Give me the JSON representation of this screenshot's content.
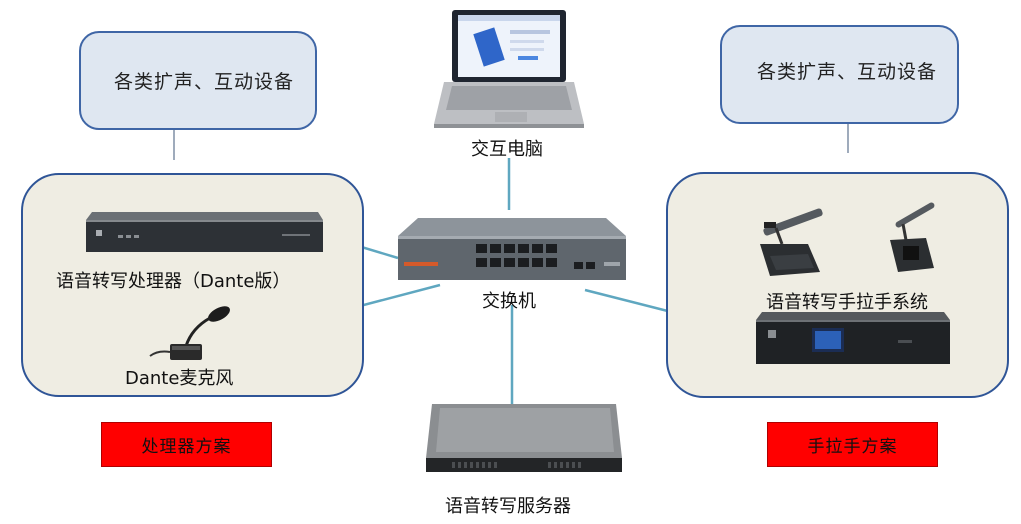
{
  "devices_cloud_left": "各类扩声、互动设备",
  "devices_cloud_right": "各类扩声、互动设备",
  "laptop_label": "交互电脑",
  "switch_label": "交换机",
  "processor_label": "语音转写处理器（Dante版）",
  "mic_label": "Dante麦克风",
  "handheld_system_label": "语音转写手拉手系统",
  "server_label": "语音转写服务器",
  "scheme_left": "处理器方案",
  "scheme_right": "手拉手方案",
  "colors": {
    "cloud_fill": "#dfe7f1",
    "group_fill": "#efede3",
    "group_border": "#2f5597",
    "connector": "#5fa7c0",
    "scheme_fill": "#ff0000"
  }
}
